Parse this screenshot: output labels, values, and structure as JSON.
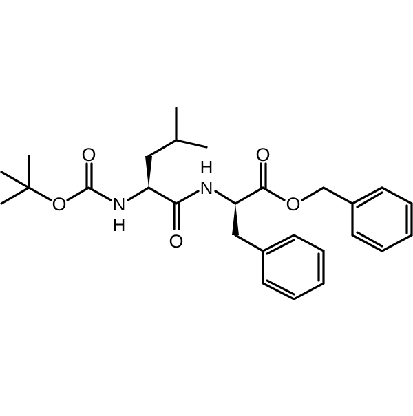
{
  "colors": {
    "background": "#ffffff",
    "ink": "#000000"
  },
  "atoms": [
    {
      "id": "o_carbonyl_boc",
      "text": "O"
    },
    {
      "id": "o_ester_boc",
      "text": "O"
    },
    {
      "id": "n_boc",
      "text": "NH"
    },
    {
      "id": "o_amide",
      "text": "O"
    },
    {
      "id": "n_amide",
      "text": "NH"
    },
    {
      "id": "o_carbonyl_ester",
      "text": "O"
    },
    {
      "id": "o_ester_benzyl",
      "text": "O"
    }
  ]
}
